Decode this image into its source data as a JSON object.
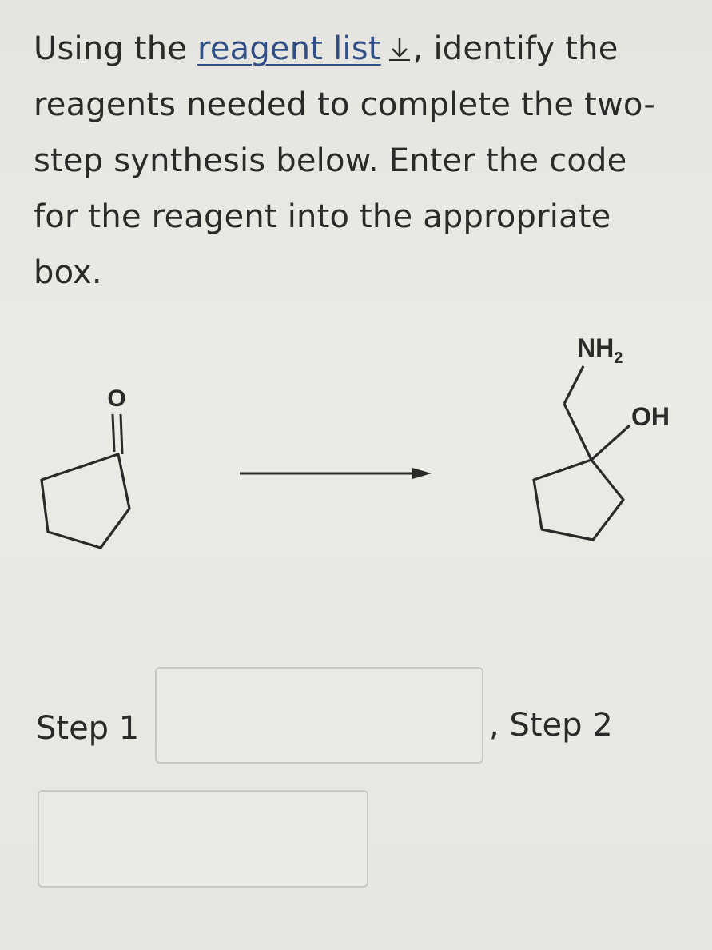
{
  "question": {
    "text_before": "Using the ",
    "link_label": "reagent list",
    "text_after": ", identify the reagents needed to complete the two-step synthesis below. Enter the code for the reagent into the appropriate box."
  },
  "reaction": {
    "reactant_atom_O": "O",
    "product_atom_NH2": "NH",
    "product_subscript": "2",
    "product_atom_OH": "OH"
  },
  "answer": {
    "step1_label": "Step 1",
    "step2_label": ", Step 2",
    "step1_value": "",
    "step2_value": ""
  },
  "colors": {
    "background": "#e9e7e2",
    "link": "#2f4f86",
    "text": "#2a2a2a"
  }
}
